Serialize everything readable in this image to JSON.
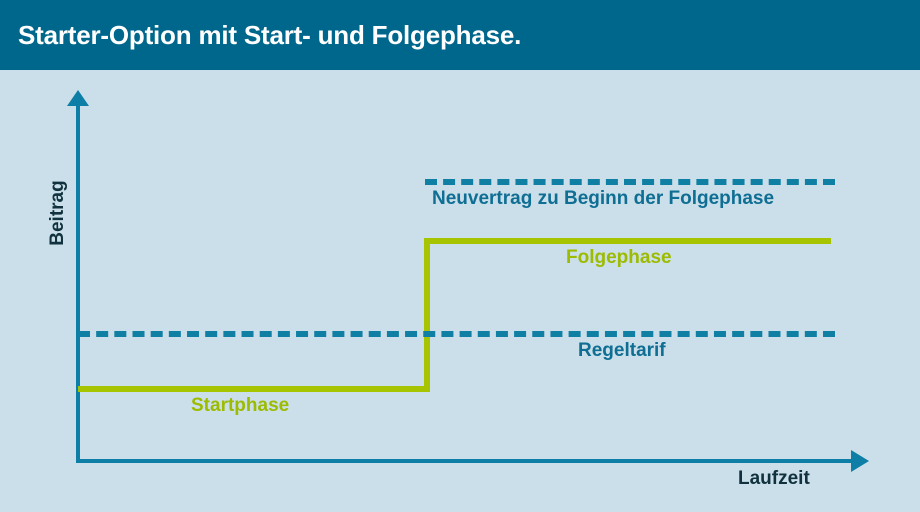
{
  "header": {
    "title": "Starter-Option mit Start- und Folgephase.",
    "background_color": "#00678c",
    "text_color": "#ffffff"
  },
  "canvas": {
    "background_color": "#cadfe9"
  },
  "chart_data": {
    "type": "line",
    "title": "Starter-Option mit Start- und Folgephase.",
    "xlabel": "Laufzeit",
    "ylabel": "Beitrag",
    "grid": false,
    "legend_position": "inline-annotations",
    "axis_color": "#0d7ea5",
    "x": [
      0,
      1,
      1,
      2
    ],
    "series": [
      {
        "name": "Startphase / Folgephase",
        "type": "step",
        "color": "#a6c400",
        "values": [
          20,
          20,
          72,
          72
        ],
        "annotations": [
          {
            "text": "Startphase",
            "x": 0.32,
            "y": 20,
            "color": "#9dbb00"
          },
          {
            "text": "Folgephase",
            "x": 1.35,
            "y": 72,
            "color": "#9dbb00"
          }
        ]
      },
      {
        "name": "Regeltarif",
        "type": "dashed-reference",
        "color": "#0f7fa3",
        "values": [
          44,
          44,
          44,
          44
        ],
        "annotations": [
          {
            "text": "Regeltarif",
            "x": 1.45,
            "y": 44,
            "color": "#0f6e93"
          }
        ]
      },
      {
        "name": "Neuvertrag zu Beginn der Folgephase",
        "type": "dashed-reference",
        "x_start": 1.0,
        "color": "#0f7fa3",
        "values": [
          90,
          90
        ],
        "annotations": [
          {
            "text": "Neuvertrag zu Beginn der Folgephase",
            "x": 1.02,
            "y": 90,
            "color": "#0f6e93"
          }
        ]
      }
    ],
    "labels": {
      "startphase": "Startphase",
      "folgephase": "Folgephase",
      "regeltarif": "Regeltarif",
      "neuvertrag": "Neuvertrag zu Beginn der Folgephase"
    },
    "ylim": [
      0,
      100
    ],
    "xlim": [
      0,
      2
    ]
  }
}
